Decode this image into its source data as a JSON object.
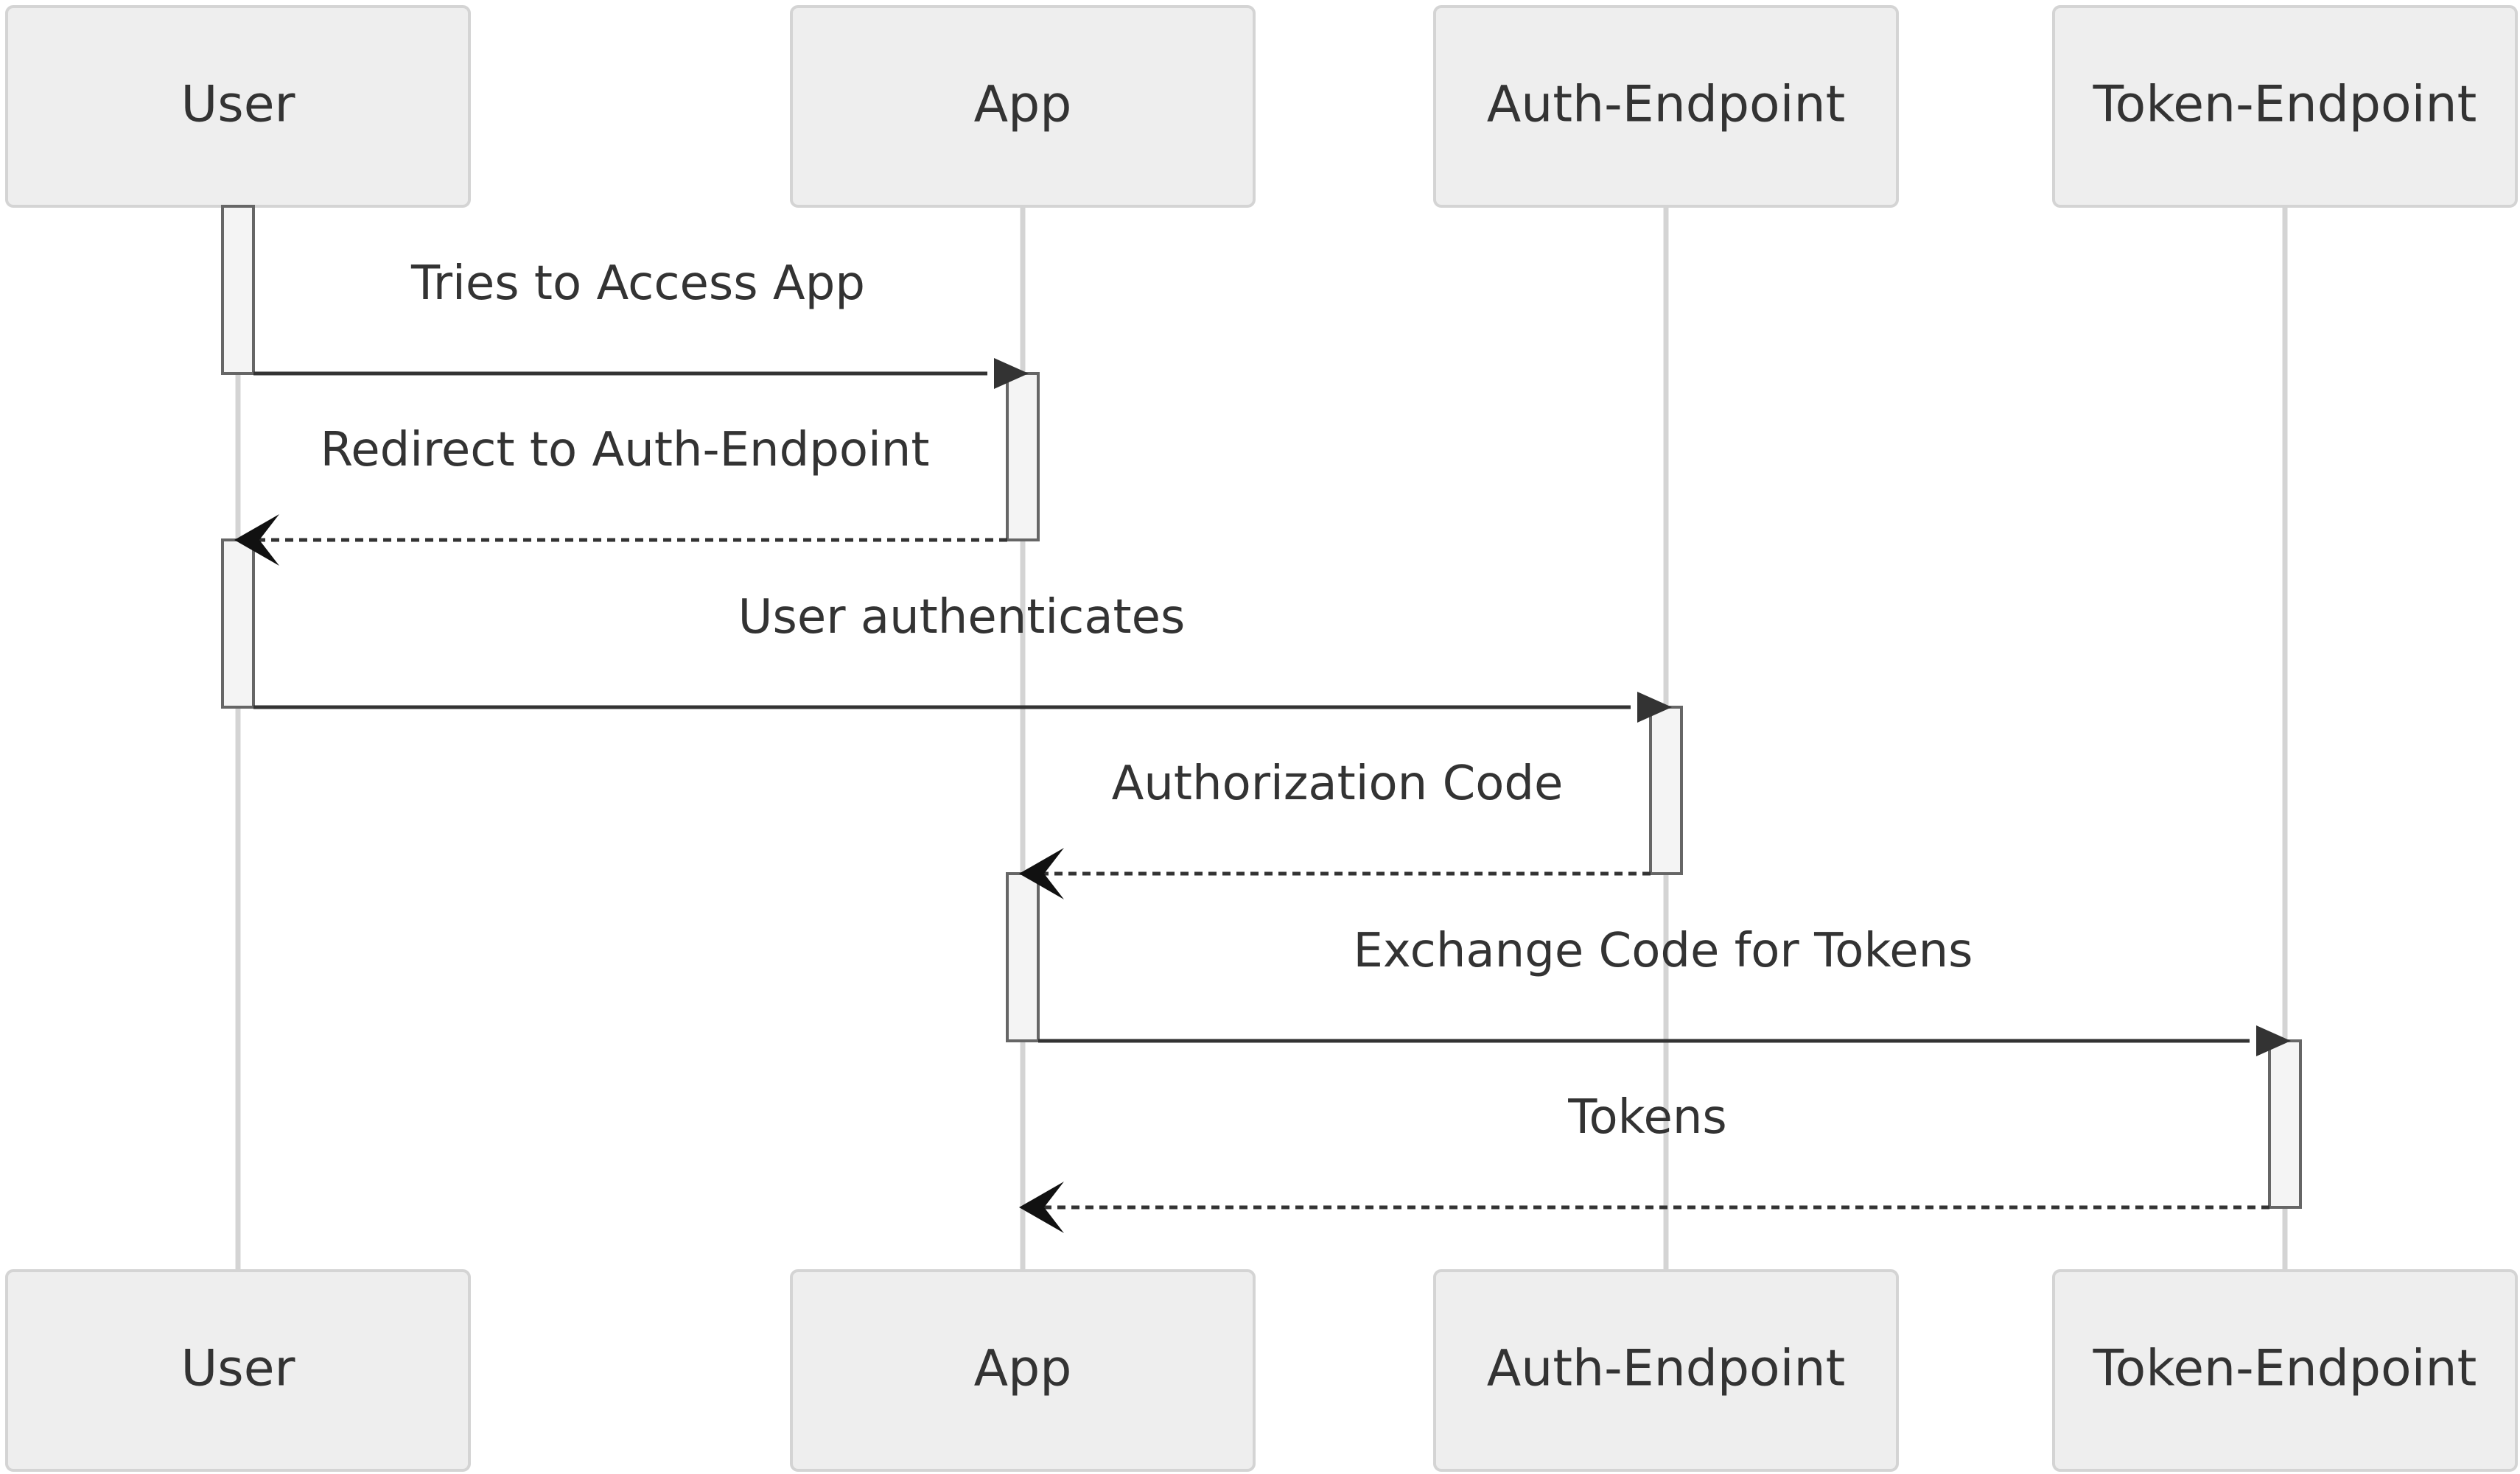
{
  "participants": [
    {
      "id": "user",
      "label": "User"
    },
    {
      "id": "app",
      "label": "App"
    },
    {
      "id": "auth",
      "label": "Auth-Endpoint"
    },
    {
      "id": "token",
      "label": "Token-Endpoint"
    }
  ],
  "messages": [
    {
      "from": "user",
      "to": "app",
      "label": "Tries to Access App",
      "style": "solid"
    },
    {
      "from": "app",
      "to": "user",
      "label": "Redirect to Auth-Endpoint",
      "style": "dashed"
    },
    {
      "from": "user",
      "to": "auth",
      "label": "User authenticates",
      "style": "solid"
    },
    {
      "from": "auth",
      "to": "app",
      "label": "Authorization Code",
      "style": "dashed"
    },
    {
      "from": "app",
      "to": "token",
      "label": "Exchange Code for Tokens",
      "style": "solid"
    },
    {
      "from": "token",
      "to": "app",
      "label": "Tokens",
      "style": "dashed"
    }
  ],
  "colors": {
    "actor_fill": "#eeeeee",
    "actor_stroke": "#d4d4d4",
    "lifeline": "#d4d4d4",
    "message": "#333333",
    "activation_fill": "#f4f4f4"
  }
}
